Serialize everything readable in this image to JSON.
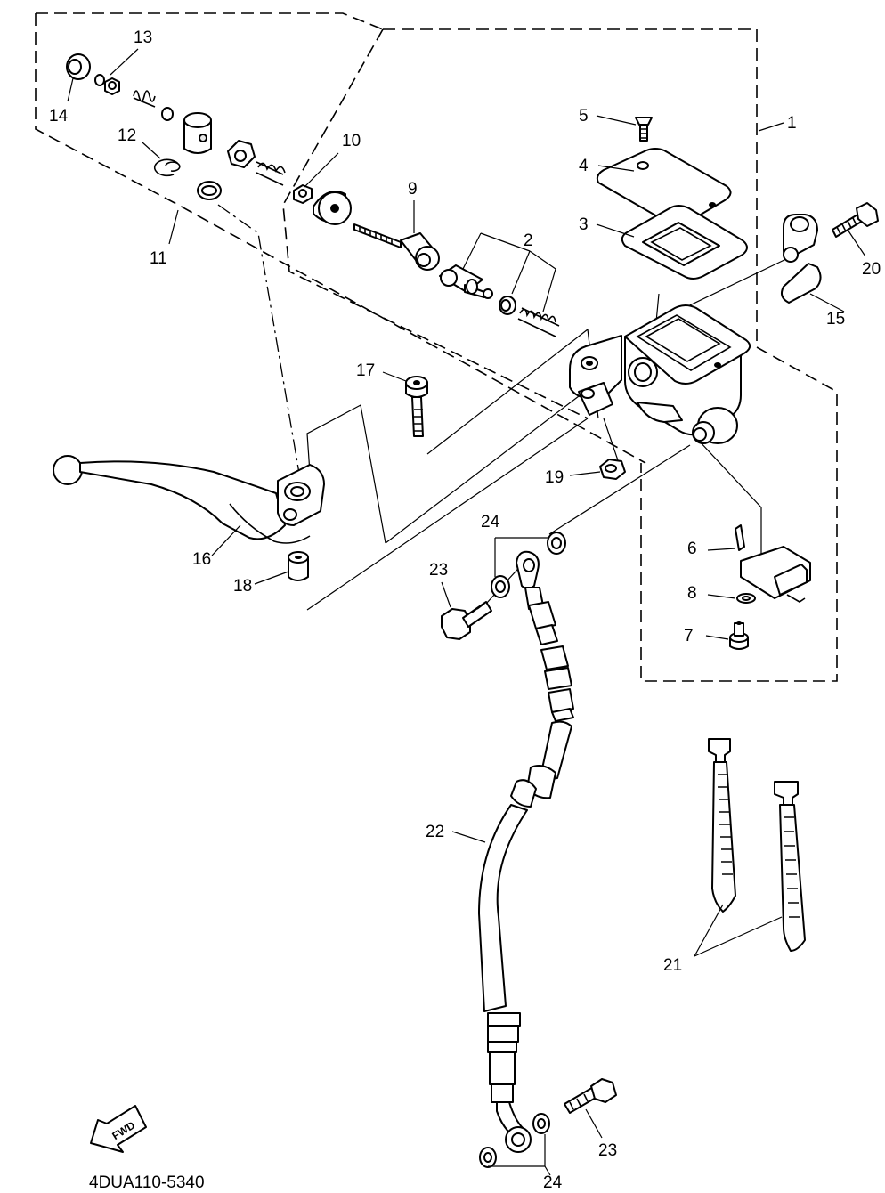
{
  "drawing_code": "4DUA110-5340",
  "fwd_label": "FWD",
  "callouts": {
    "p1": "1",
    "p2": "2",
    "p3": "3",
    "p4": "4",
    "p5": "5",
    "p6": "6",
    "p7": "7",
    "p8": "8",
    "p9": "9",
    "p10": "10",
    "p11": "11",
    "p12": "12",
    "p13": "13",
    "p14": "14",
    "p15": "15",
    "p16": "16",
    "p17": "17",
    "p18": "18",
    "p19": "19",
    "p20": "20",
    "p21": "21",
    "p22": "22",
    "p23a": "23",
    "p23b": "23",
    "p24a": "24",
    "p24b": "24"
  }
}
